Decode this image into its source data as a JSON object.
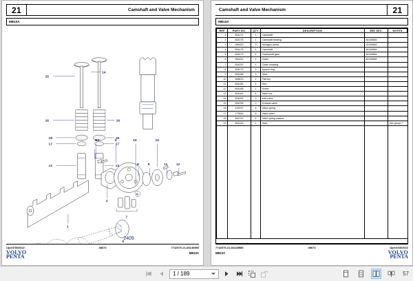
{
  "document": {
    "section_number": "21",
    "title": "Camshaft and Valve Mechanism",
    "model": "MB10A",
    "diagram_code": "2409"
  },
  "footer": {
    "updated": "Upd:6/30/2022",
    "center_code": "48674",
    "doc_number": "7742070-21-84148585",
    "model": "MB10A",
    "logo_line1": "VOLVO",
    "logo_line2": "PENTA"
  },
  "parts_table": {
    "columns": [
      "REF",
      "PART NO.",
      "QTY",
      "DESCRIPTION",
      "SEE SEC.",
      "NOTES"
    ],
    "rows": [
      {
        "ref": "1",
        "part": "834171",
        "qty": "1",
        "desc": "Camshaft",
        "sec": "",
        "note": "",
        "indent": false
      },
      {
        "ref": "2",
        "part": "834176",
        "qty": "1",
        "desc": "Camshaft bearing",
        "sec": "84148583",
        "note": "",
        "indent": false
      },
      {
        "ref": "3",
        "part": "955023",
        "qty": "3",
        "desc": "Hexagon screw",
        "sec": "92148583",
        "note": "",
        "indent": false
      },
      {
        "ref": "4",
        "part": "834178",
        "qty": "1",
        "desc": "Camshaft",
        "sec": "84148584",
        "note": "",
        "indent": false
      },
      {
        "ref": "5",
        "part": "834173",
        "qty": "1",
        "desc": "Crankshaft gear",
        "sec": "84148584",
        "note": "",
        "indent": false
      },
      {
        "ref": "6",
        "part": "834211",
        "qty": "1",
        "desc": "Chain",
        "sec": "82148584",
        "note": "",
        "indent": false
      },
      {
        "ref": "7",
        "part": "834222",
        "qty": "1",
        "desc": "Chain coupling",
        "sec": "",
        "note": "",
        "indent": true
      },
      {
        "ref": "8",
        "part": "834179",
        "qty": "1",
        "desc": "Spacer ring",
        "sec": "",
        "note": "",
        "indent": false
      },
      {
        "ref": "9",
        "part": "834186",
        "qty": "1",
        "desc": "Gear",
        "sec": "",
        "note": "",
        "indent": false
      },
      {
        "ref": "10",
        "part": "906673",
        "qty": "1",
        "desc": "Flat key",
        "sec": "",
        "note": "",
        "indent": false
      },
      {
        "ref": "11",
        "part": "834181",
        "qty": "1",
        "desc": "Disc",
        "sec": "",
        "note": "",
        "indent": false
      },
      {
        "ref": "12",
        "part": "834185",
        "qty": "1",
        "desc": "Screw",
        "sec": "",
        "note": "",
        "indent": false
      },
      {
        "ref": "13",
        "part": "834161",
        "qty": "4",
        "desc": "Valve rod",
        "sec": "",
        "note": "",
        "indent": false
      },
      {
        "ref": "14",
        "part": "834034",
        "qty": "2",
        "desc": "Inlet valve",
        "sec": "",
        "note": "",
        "indent": false
      },
      {
        "ref": "15",
        "part": "834035",
        "qty": "2",
        "desc": "Exhaust valve",
        "sec": "",
        "note": "",
        "indent": false
      },
      {
        "ref": "16",
        "part": "418737",
        "qty": "4",
        "desc": "Valve spring",
        "sec": "",
        "note": "",
        "indent": false
      },
      {
        "ref": "17",
        "part": "173643",
        "qty": "8",
        "desc": "Valve cotter",
        "sec": "",
        "note": "",
        "indent": false
      },
      {
        "ref": "18",
        "part": "462741",
        "qty": "4",
        "desc": "Valve spring washer",
        "sec": "",
        "note": "",
        "indent": false
      },
      {
        "ref": "19",
        "part": "834143",
        "qty": "1",
        "desc": "Gear",
        "sec": "",
        "note": "See group 7",
        "indent": false
      }
    ]
  },
  "diagram": {
    "callouts": [
      "1",
      "2",
      "3",
      "4",
      "5",
      "7",
      "8",
      "9",
      "10",
      "11",
      "12",
      "13",
      "13",
      "14",
      "15",
      "16",
      "16",
      "17",
      "17",
      "18",
      "18",
      "19"
    ],
    "code_label": "2409"
  },
  "toolbar": {
    "first_page_label": "first-page",
    "prev_page_label": "previous-page",
    "page_value": "1 / 189",
    "next_page_label": "next-page",
    "last_page_label": "last-page",
    "zoom_level": "57"
  }
}
